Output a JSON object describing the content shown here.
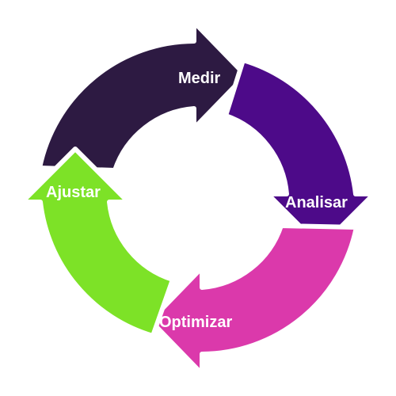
{
  "diagram": {
    "steps": [
      {
        "label": "Medir",
        "color": "#2d1a42"
      },
      {
        "label": "Analisar",
        "color": "#4d0a89"
      },
      {
        "label": "Optimizar",
        "color": "#db39ab"
      },
      {
        "label": "Ajustar",
        "color": "#7de227"
      }
    ]
  }
}
